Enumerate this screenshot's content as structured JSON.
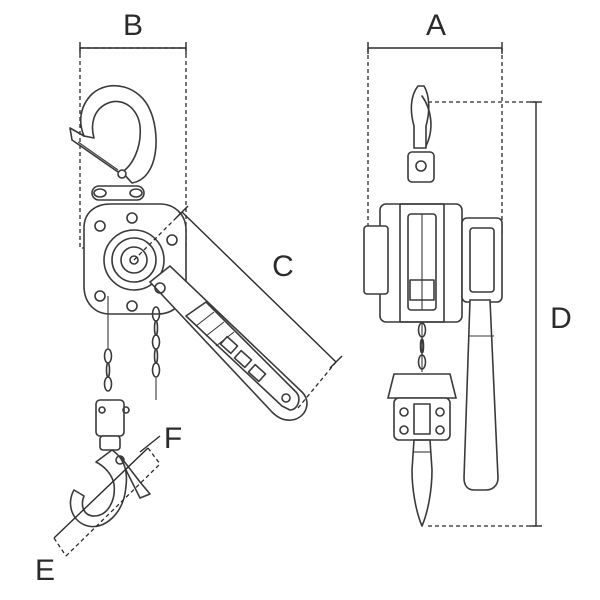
{
  "dimensions": {
    "a": "A",
    "b": "B",
    "c": "C",
    "d": "D",
    "e": "E",
    "f": "F"
  },
  "colors": {
    "line": "#3a3a3a",
    "text": "#2b2b2b",
    "background": "#ffffff"
  }
}
